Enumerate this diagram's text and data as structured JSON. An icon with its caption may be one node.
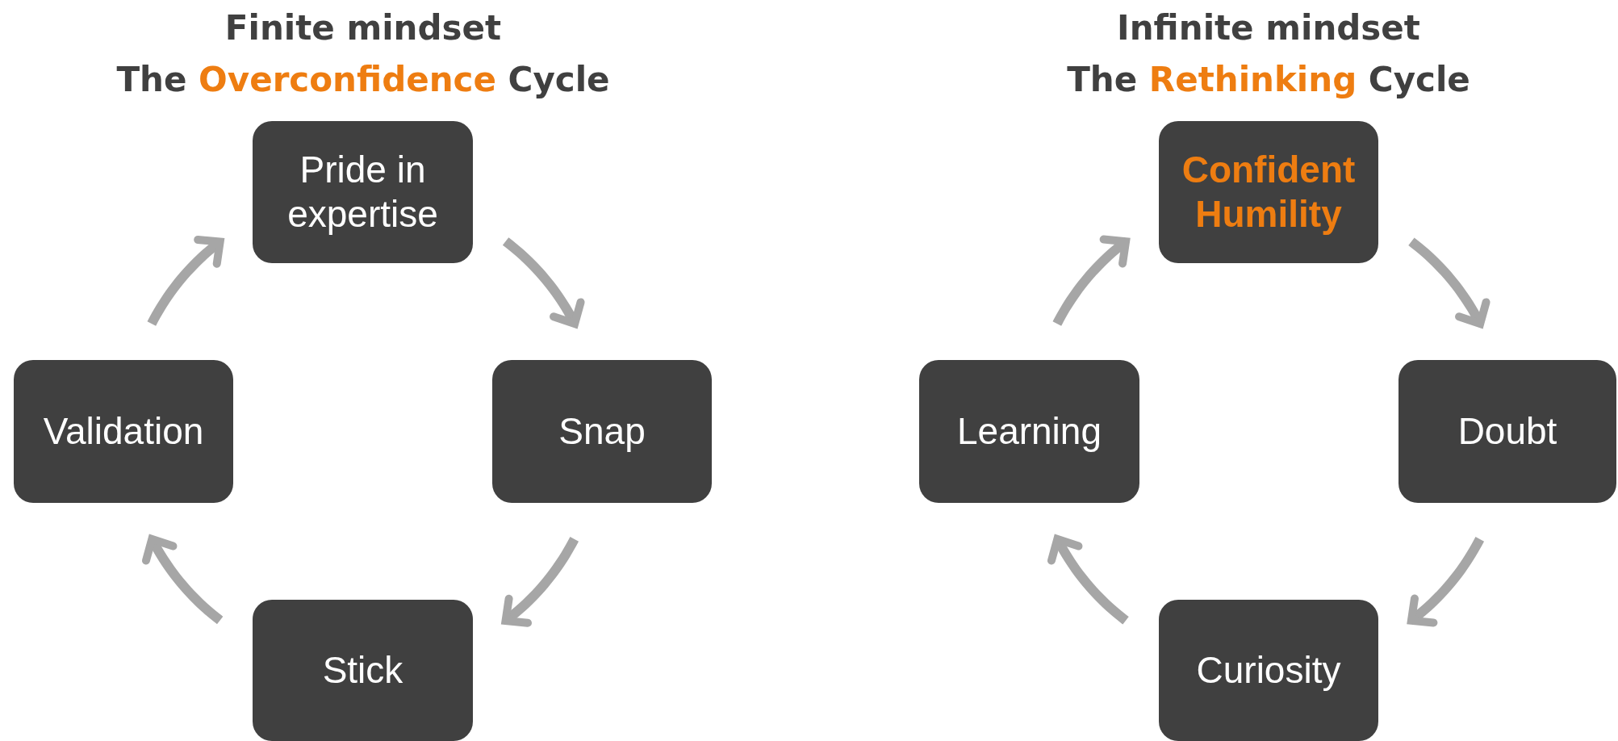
{
  "diagram": {
    "nodes": [
      {
        "text": [
          "Pride in expertise"
        ]
      },
      {
        "text": [
          "Snap"
        ]
      },
      {
        "text": [
          "Stick"
        ]
      },
      {
        "text": [
          "Validation"
        ]
      },
      {
        "text": [
          "**Confident Humility**"
        ]
      },
      {
        "text": [
          "Doubt"
        ]
      },
      {
        "text": [
          "Curiosity"
        ]
      },
      {
        "text": [
          "Learning"
        ]
      }
    ],
    "edges": [
      {
        "from": 0,
        "to": 1,
        "arrow": "to"
      },
      {
        "from": 1,
        "to": 2,
        "arrow": "to"
      },
      {
        "from": 2,
        "to": 3,
        "arrow": "to"
      },
      {
        "from": 3,
        "to": 0,
        "arrow": "to"
      },
      {
        "from": 4,
        "to": 5,
        "arrow": "to"
      },
      {
        "from": 5,
        "to": 6,
        "arrow": "to"
      },
      {
        "from": 6,
        "to": 7,
        "arrow": "to"
      },
      {
        "from": 7,
        "to": 4,
        "arrow": "to"
      }
    ],
    "labels": [
      "Finite mindset",
      "The **Overconfidence** Cycle",
      "Infinite mindset",
      "The **Rethinking** Cycle"
    ]
  }
}
